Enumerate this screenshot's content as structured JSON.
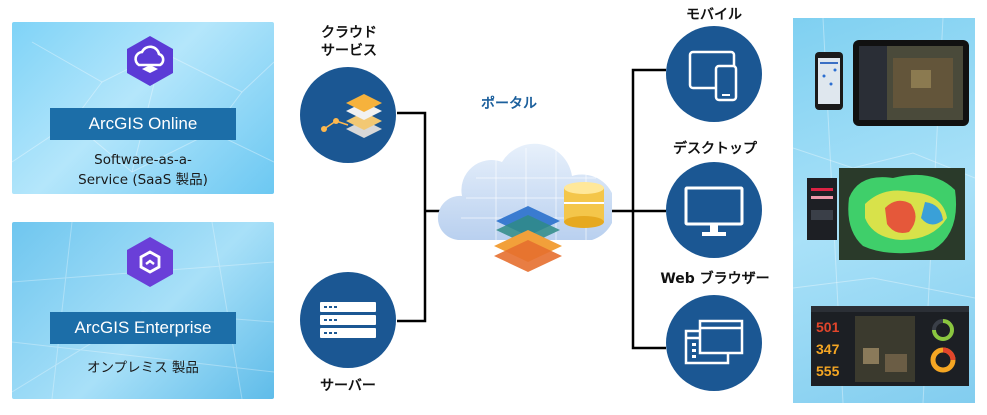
{
  "left_panels": {
    "online": {
      "title": "ArcGIS Online",
      "desc_line1": "Software-as-a-",
      "desc_line2": "Service (SaaS 製品)"
    },
    "enterprise": {
      "title": "ArcGIS Enterprise",
      "desc": "オンプレミス 製品"
    }
  },
  "nodes": {
    "cloud_line1": "クラウド",
    "cloud_line2": "サービス",
    "server": "サーバー",
    "portal": "ポータル",
    "mobile": "モバイル",
    "desktop": "デスクトップ",
    "browser": "Web ブラウザー"
  },
  "dashboard": {
    "kpi1": "501",
    "kpi2": "347",
    "kpi3": "555"
  },
  "colors": {
    "node_blue": "#1b5793",
    "band_blue": "#1c6ea8",
    "portal_text": "#1b5f9c",
    "kpi_red": "#e2452b",
    "kpi_orange": "#f5a623"
  },
  "icons": [
    "arcgis-online-icon",
    "arcgis-enterprise-icon",
    "layers-icon",
    "server-rack-icon",
    "tablet-phone-icon",
    "monitor-icon",
    "browser-windows-icon",
    "portal-cloud-icon"
  ]
}
